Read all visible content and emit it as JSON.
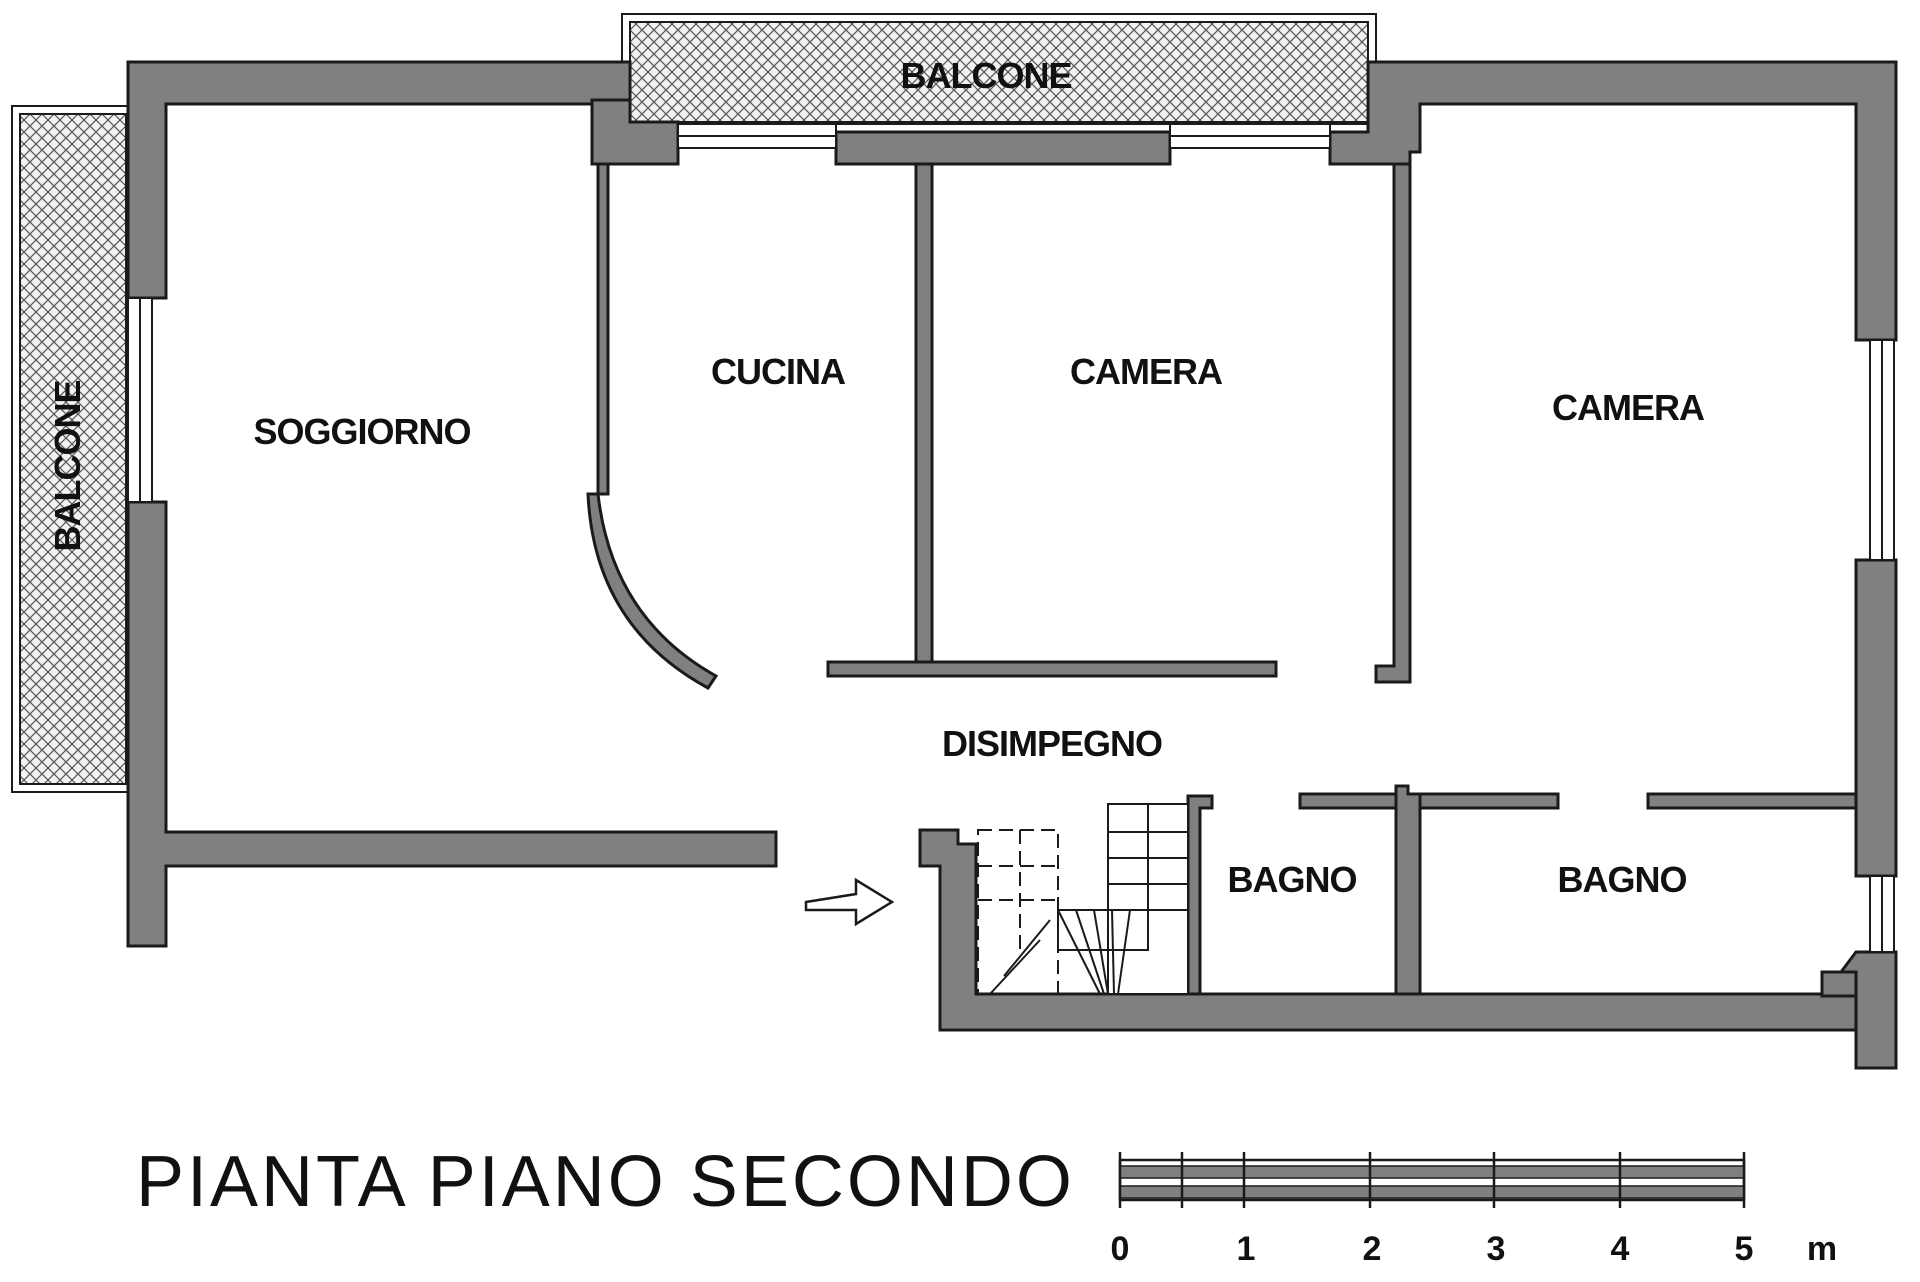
{
  "rooms": {
    "balcone_top": "BALCONE",
    "balcone_left": "BALCONE",
    "soggiorno": "SOGGIORNO",
    "cucina": "CUCINA",
    "camera_center": "CAMERA",
    "camera_right": "CAMERA",
    "disimpegno": "DISIMPEGNO",
    "bagno_left": "BAGNO",
    "bagno_right": "BAGNO"
  },
  "title": "PIANTA PIANO SECONDO",
  "scale": {
    "ticks": [
      "0",
      "1",
      "2",
      "3",
      "4",
      "5"
    ],
    "unit": "m"
  },
  "colors": {
    "wall_fill": "#808080",
    "line": "#1a1a1a",
    "background": "#ffffff"
  },
  "icons": {
    "entrance": "arrow-right-icon",
    "stairs": "staircase-icon"
  }
}
